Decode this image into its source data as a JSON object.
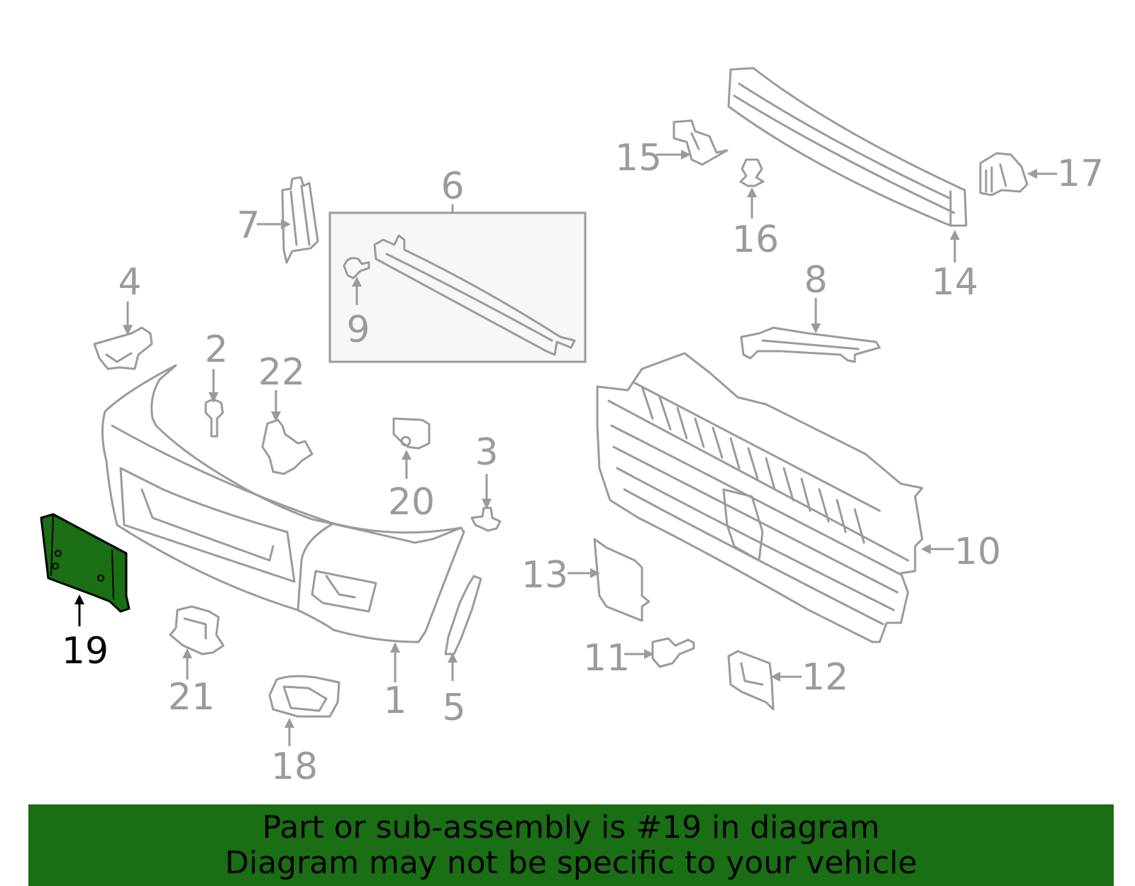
{
  "diagram": {
    "highlight_color": "#1a6e14",
    "highlighted_part": "19",
    "callouts": {
      "c1": "1",
      "c2": "2",
      "c3": "3",
      "c4": "4",
      "c5": "5",
      "c6": "6",
      "c7": "7",
      "c8": "8",
      "c9": "9",
      "c10": "10",
      "c11": "11",
      "c12": "12",
      "c13": "13",
      "c14": "14",
      "c15": "15",
      "c16": "16",
      "c17": "17",
      "c18": "18",
      "c19": "19",
      "c20": "20",
      "c21": "21",
      "c22": "22"
    }
  },
  "banner": {
    "line1": "Part or sub-assembly is #19 in diagram",
    "line2": "Diagram may not be specific to your vehicle",
    "background": "#1a6e14"
  }
}
